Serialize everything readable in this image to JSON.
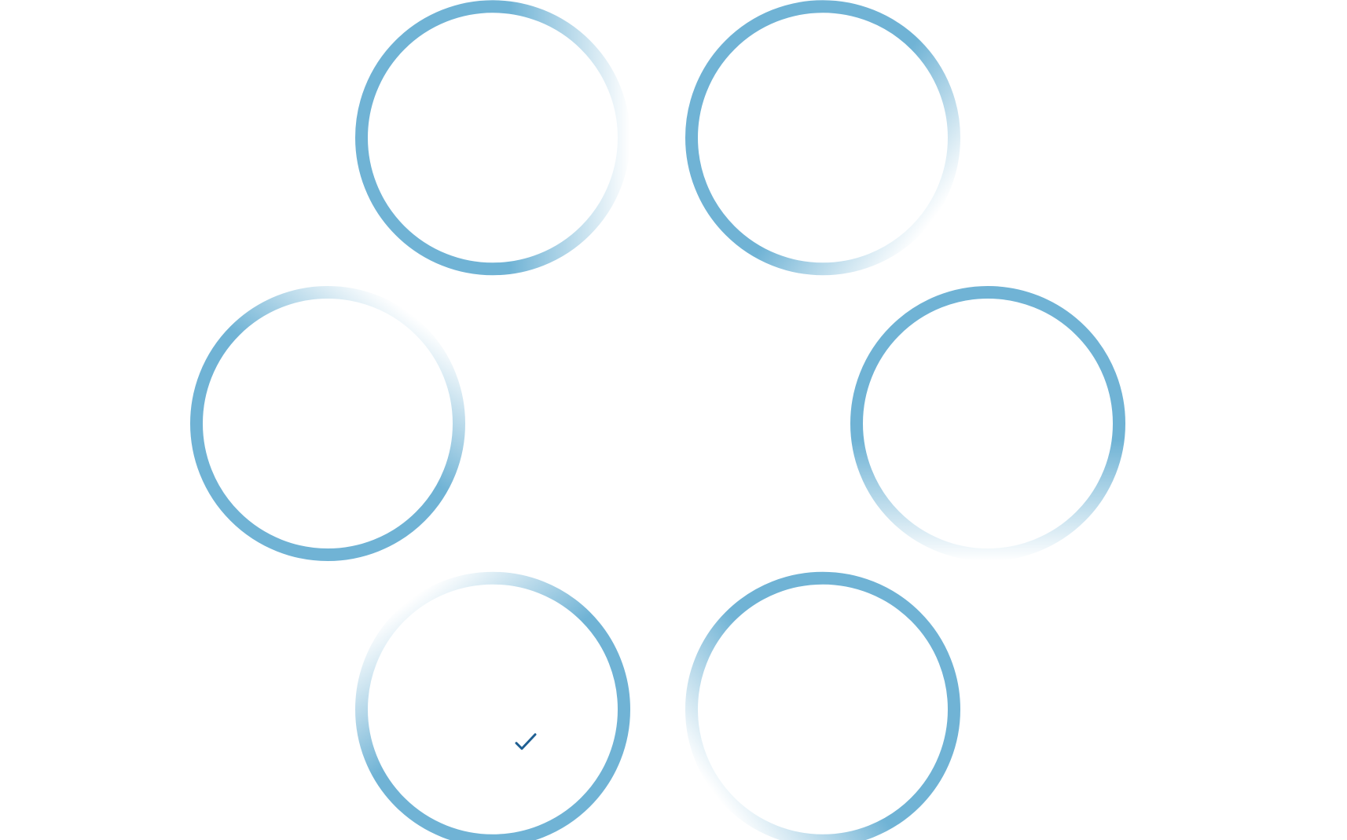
{
  "diagram": {
    "type": "cycle",
    "node_count": 6,
    "nodes": [
      {
        "id": "node-1",
        "fade_toward": "right"
      },
      {
        "id": "node-2",
        "fade_toward": "bottom-right"
      },
      {
        "id": "node-3",
        "fade_toward": "bottom"
      },
      {
        "id": "node-4",
        "fade_toward": "bottom-left"
      },
      {
        "id": "node-5",
        "fade_toward": "top-left"
      },
      {
        "id": "node-6",
        "fade_toward": "top-right"
      }
    ],
    "marker": {
      "icon": "checkmark-icon",
      "on_node": "node-5"
    }
  },
  "colors": {
    "ring": "#70b3d5",
    "ring_faded": "#ffffff",
    "checkmark": "#1f5f92",
    "background": "#ffffff"
  }
}
